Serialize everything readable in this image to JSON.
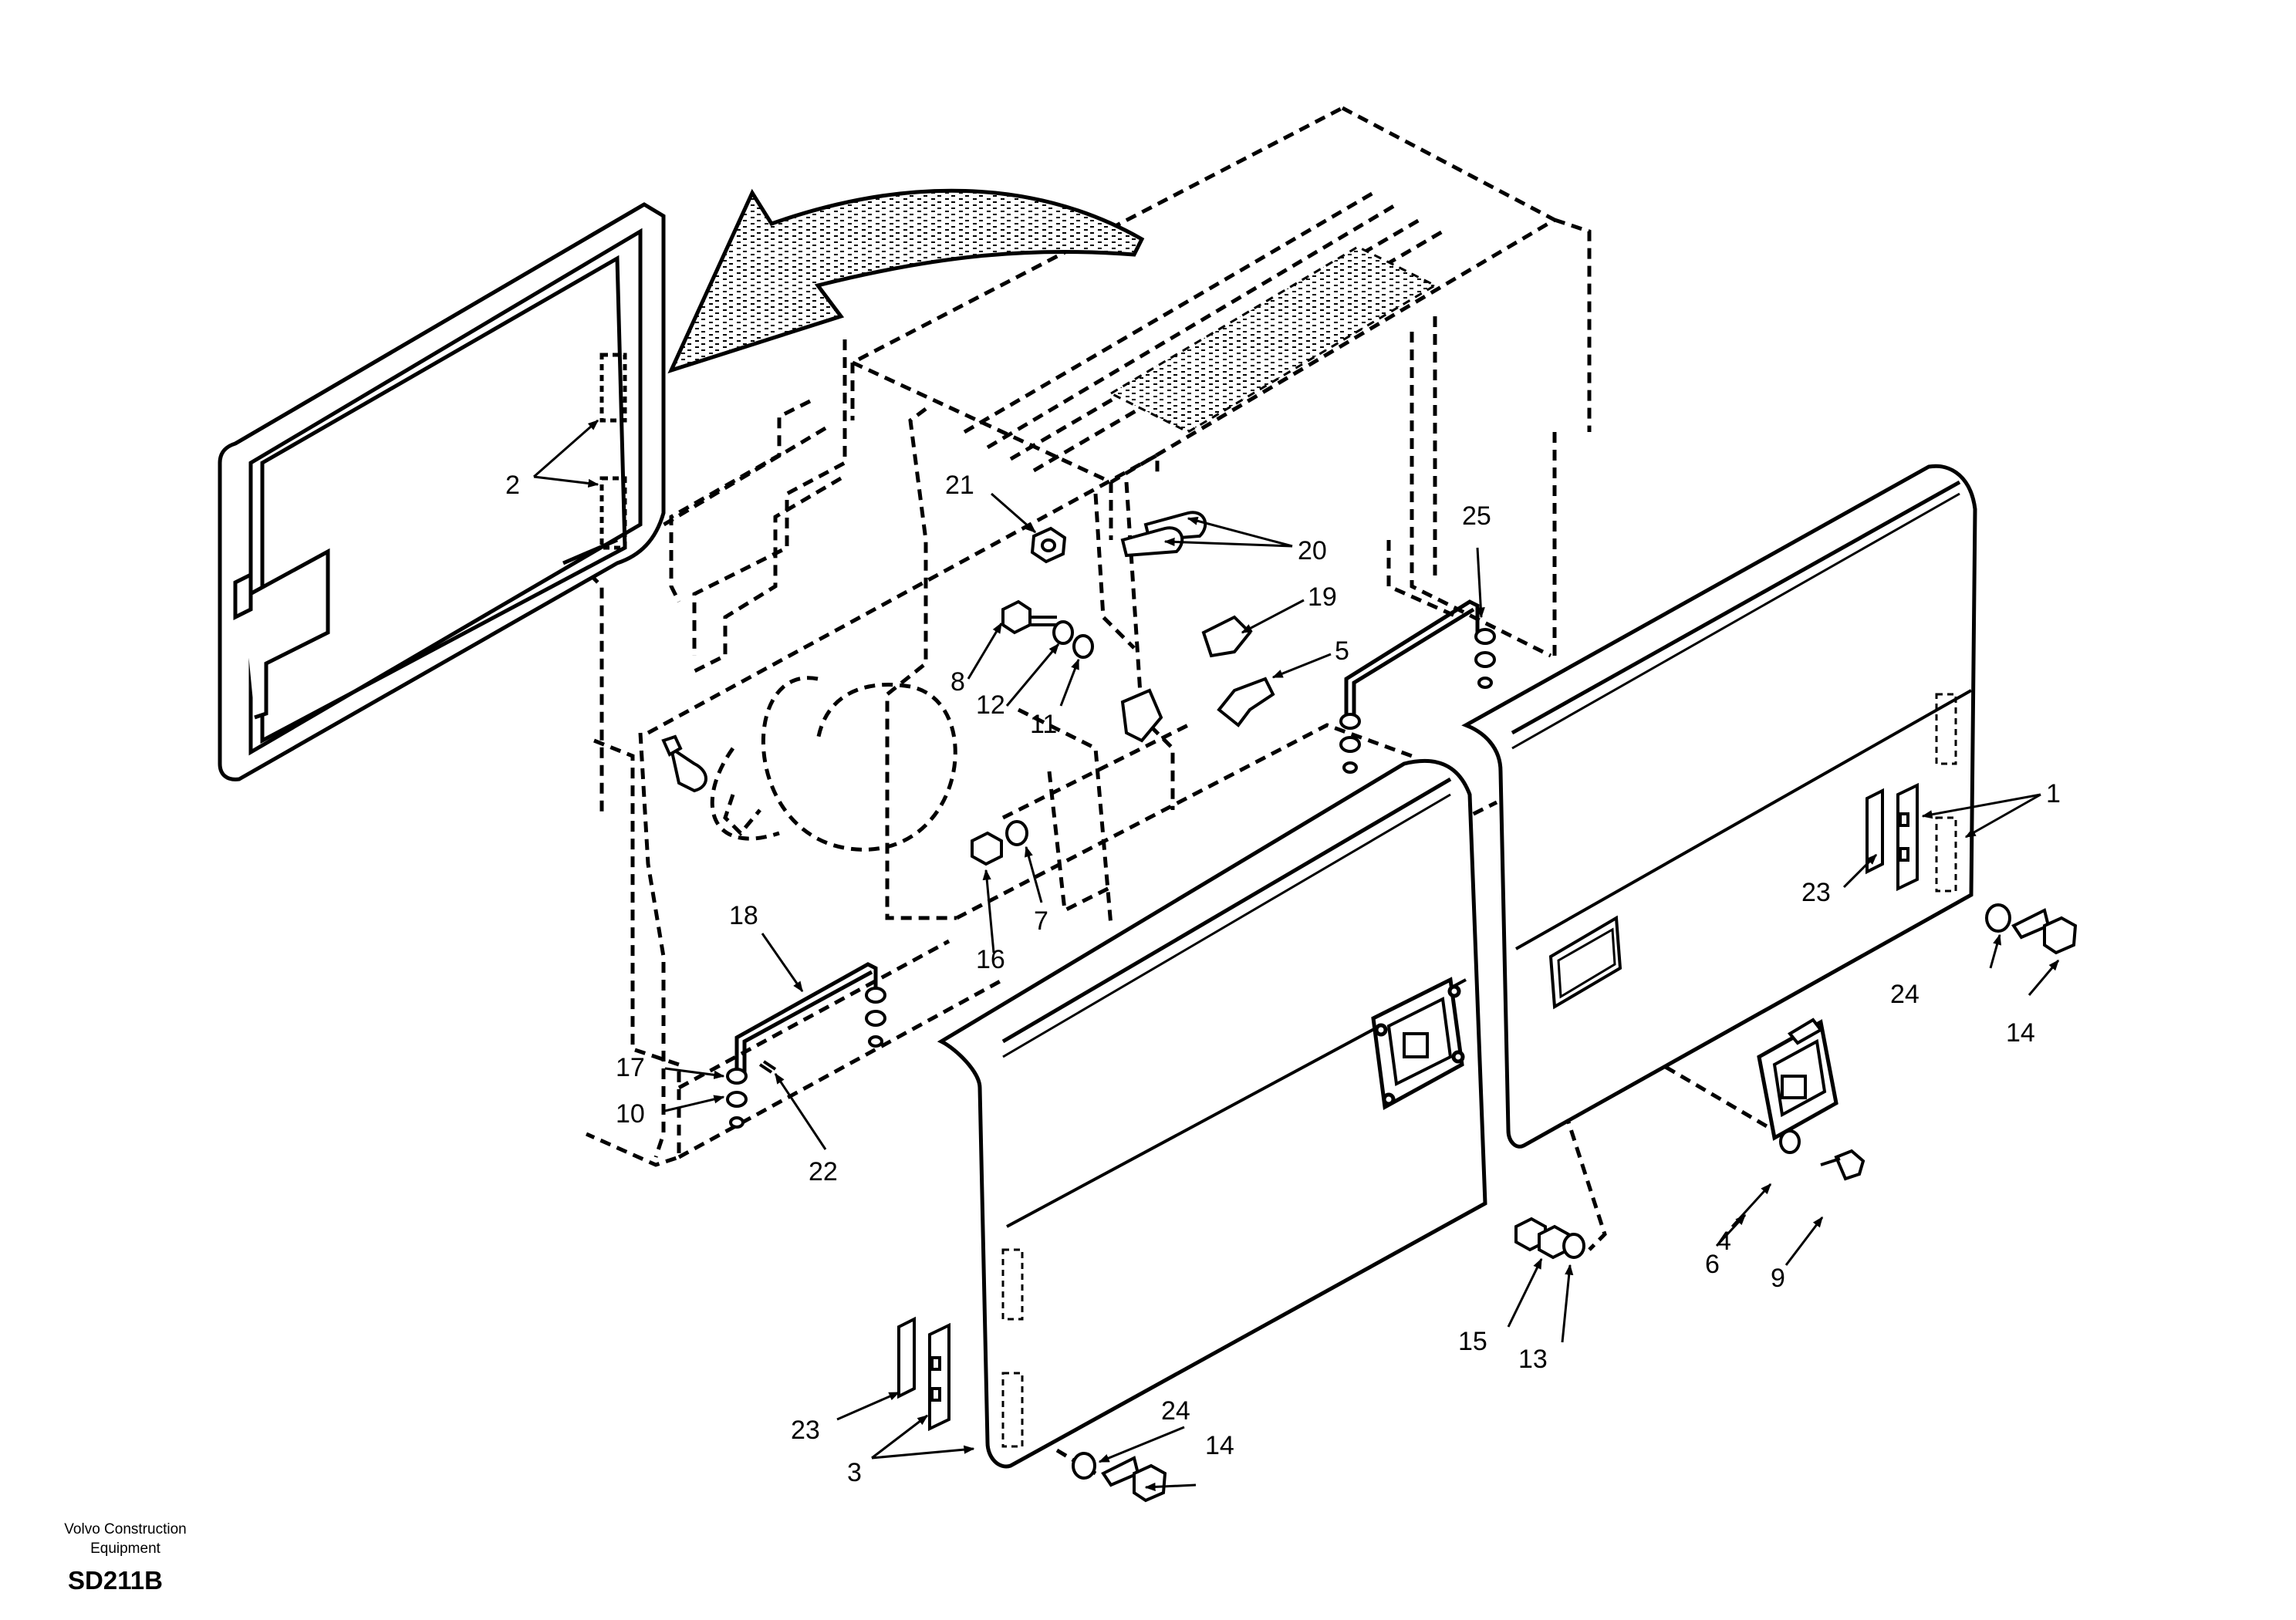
{
  "footer": {
    "company_line1": "Volvo Construction",
    "company_line2": "Equipment",
    "drawing_code": "SD211B"
  },
  "callouts": {
    "c1": "1",
    "c2": "2",
    "c3a": "3",
    "c4": "4",
    "c5": "5",
    "c6": "6",
    "c7": "7",
    "c8": "8",
    "c9": "9",
    "c10": "10",
    "c11": "11",
    "c12": "12",
    "c13": "13",
    "c14a": "14",
    "c14b": "14",
    "c15": "15",
    "c16": "16",
    "c17": "17",
    "c18": "18",
    "c19": "19",
    "c20": "20",
    "c21": "21",
    "c22": "22",
    "c23a": "23",
    "c23b": "23",
    "c24a": "24",
    "c24b": "24",
    "c25": "25"
  }
}
